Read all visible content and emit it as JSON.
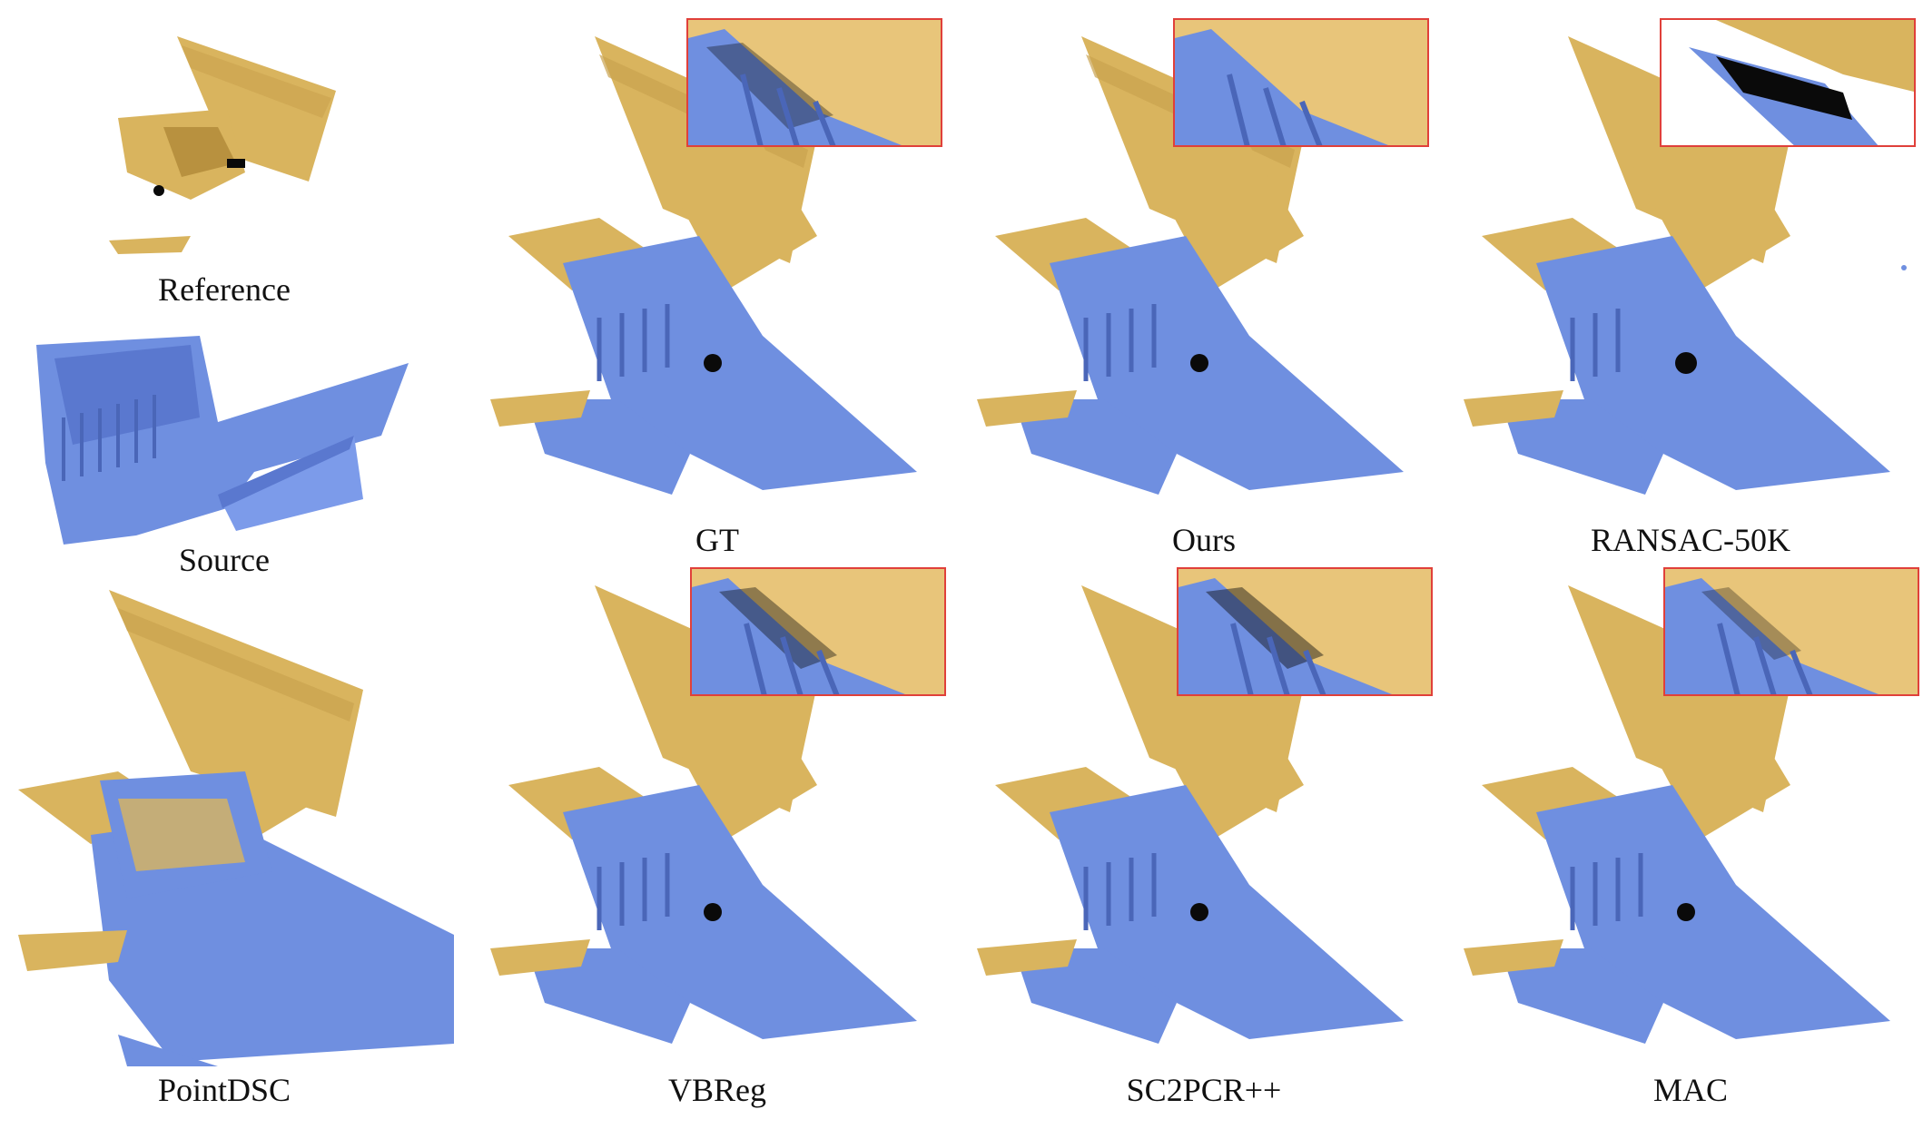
{
  "figure": {
    "colors": {
      "reference": "#d9b45e",
      "reference_dark": "#a8823a",
      "source": "#6f8fe0",
      "source_dark": "#4a66b8",
      "inset_border": "#e0403a",
      "black": "#0a0a0a"
    },
    "left_column": {
      "reference_label": "Reference",
      "source_label": "Source"
    },
    "panels": [
      {
        "id": "gt",
        "label": "GT",
        "has_inset": true
      },
      {
        "id": "ours",
        "label": "Ours",
        "has_inset": true
      },
      {
        "id": "ransac",
        "label": "RANSAC-50K",
        "has_inset": true
      },
      {
        "id": "pointdsc",
        "label": "PointDSC",
        "has_inset": false
      },
      {
        "id": "vbreg",
        "label": "VBReg",
        "has_inset": true
      },
      {
        "id": "sc2pcr",
        "label": "SC2PCR++",
        "has_inset": true
      },
      {
        "id": "mac",
        "label": "MAC",
        "has_inset": true
      }
    ]
  }
}
